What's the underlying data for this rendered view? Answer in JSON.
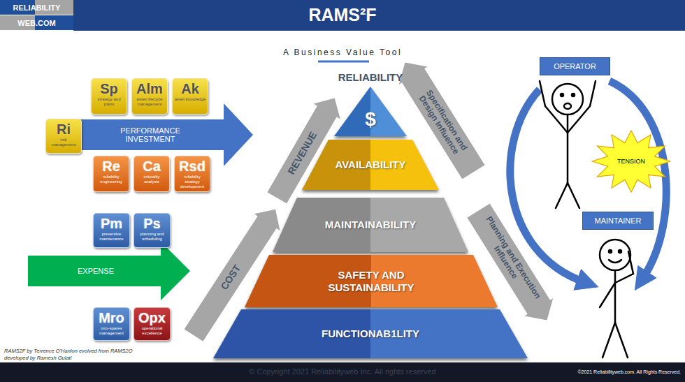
{
  "diagram": {
    "title": "RAMS²F",
    "nodes": [
      {
        "text": [
          "RELIABILITY",
          "WEB.COM"
        ]
      },
      {
        "text": [
          "Sp",
          "strategy and plans"
        ]
      },
      {
        "text": [
          "Alm",
          "asset lifecycle management"
        ]
      },
      {
        "text": [
          "Ak",
          "asset knowledge"
        ]
      },
      {
        "text": [
          "Ri",
          "risk management"
        ]
      },
      {
        "text": [
          "PERFORMANCE INVESTMENT"
        ]
      },
      {
        "text": [
          "Re",
          "reliability engineering"
        ]
      },
      {
        "text": [
          "Ca",
          "criticality analysis"
        ]
      },
      {
        "text": [
          "Rsd",
          "reliability strategy development"
        ]
      },
      {
        "text": [
          "Pm",
          "preventive maintenance"
        ]
      },
      {
        "text": [
          "Ps",
          "planning and scheduling"
        ]
      },
      {
        "text": [
          "EXPENSE"
        ]
      },
      {
        "text": [
          "Mro",
          "mro-spares management"
        ]
      },
      {
        "text": [
          "Opx",
          "operational excellence"
        ]
      },
      {
        "text": [
          "$"
        ]
      },
      {
        "text": [
          "REVENUE"
        ]
      },
      {
        "text": [
          "Specification and Design Influence"
        ]
      },
      {
        "text": [
          "AVAILABILITY"
        ]
      },
      {
        "text": [
          "MAINTAINABILITY"
        ]
      },
      {
        "text": [
          "COST"
        ]
      },
      {
        "text": [
          "SAFETY AND SUSTAINABILITY"
        ]
      },
      {
        "text": [
          "Planning and Execution Influence"
        ]
      },
      {
        "text": [
          "FUNCTIONAB1LITY"
        ]
      },
      {
        "text": [
          "OPERATOR"
        ]
      },
      {
        "text": [
          "TENSION"
        ]
      },
      {
        "text": [
          "MAINTAINER"
        ]
      }
    ],
    "labels": [
      "A Business Value Tool",
      "RELIABILITY",
      "RAMS2F by Terrence O'Hanlon evolved from RAMS2O developed by Ramesh Gulati",
      "© Copyright 2021 Reliabilityweb Inc. All rights reserved",
      "©2021 Reliabilityweb.com. All Rights Reserved."
    ]
  }
}
